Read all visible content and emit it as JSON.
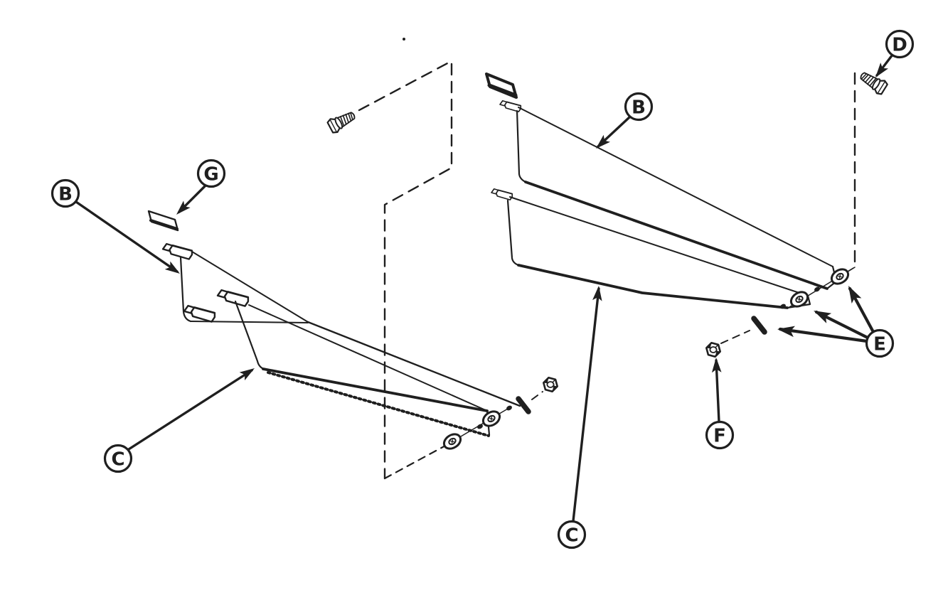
{
  "background": "#ffffff",
  "ink": "#1f1f1f",
  "diagram_title": "",
  "callouts": [
    {
      "id": "b-left",
      "letter": "B"
    },
    {
      "id": "g",
      "letter": "G"
    },
    {
      "id": "c-left",
      "letter": "C"
    },
    {
      "id": "b-right",
      "letter": "B"
    },
    {
      "id": "d",
      "letter": "D"
    },
    {
      "id": "c-right",
      "letter": "C"
    },
    {
      "id": "f",
      "letter": "F"
    },
    {
      "id": "e",
      "letter": "E"
    }
  ]
}
